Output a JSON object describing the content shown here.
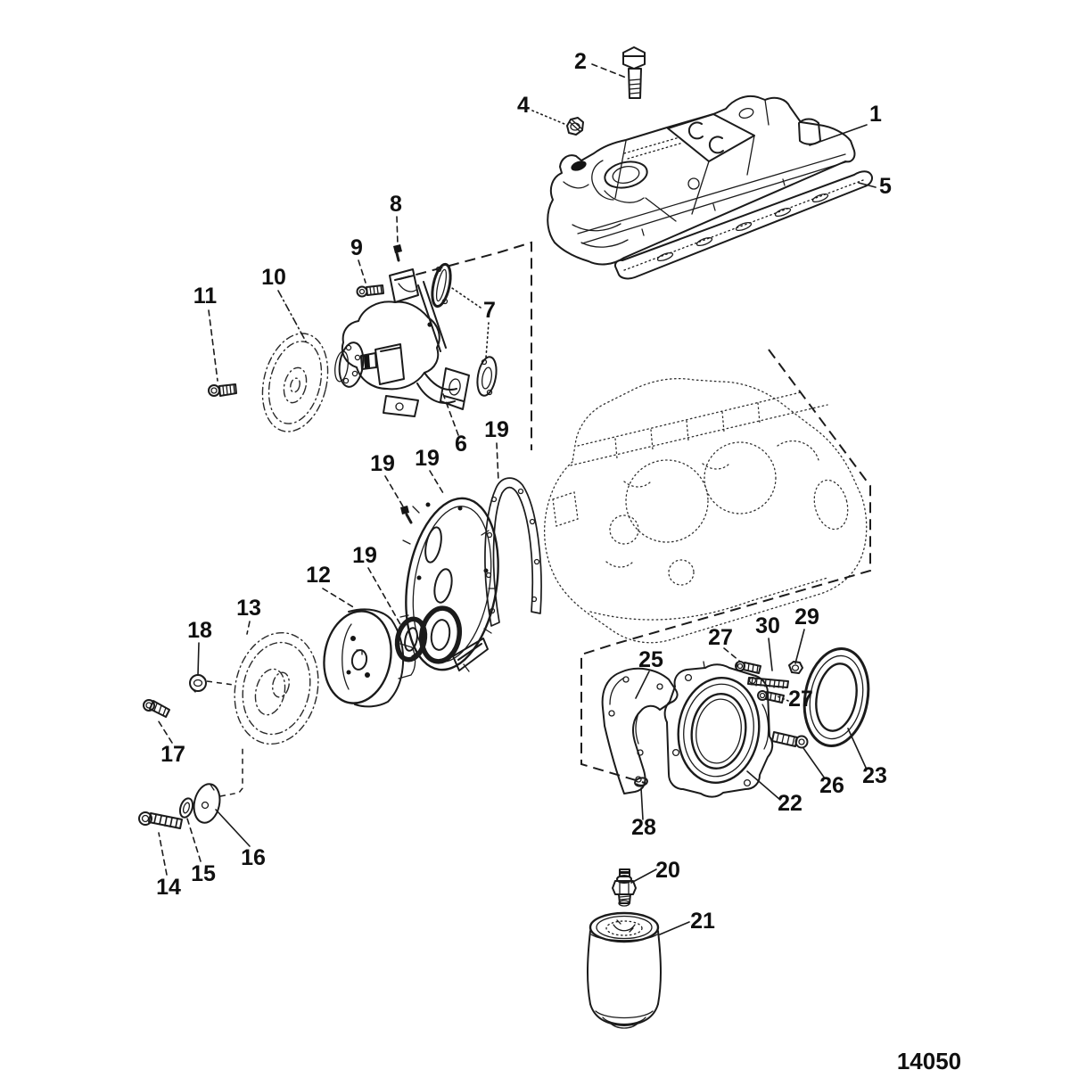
{
  "page": {
    "background_color": "#ffffff",
    "ink_color": "#1b1b1b",
    "drawing_number": "14050"
  },
  "callouts": [
    {
      "label": "1"
    },
    {
      "label": "2"
    },
    {
      "label": "4"
    },
    {
      "label": "5"
    },
    {
      "label": "6"
    },
    {
      "label": "7"
    },
    {
      "label": "8"
    },
    {
      "label": "9"
    },
    {
      "label": "10"
    },
    {
      "label": "11"
    },
    {
      "label": "12"
    },
    {
      "label": "13"
    },
    {
      "label": "14"
    },
    {
      "label": "15"
    },
    {
      "label": "16"
    },
    {
      "label": "17"
    },
    {
      "label": "18"
    },
    {
      "label": "19"
    },
    {
      "label": "19"
    },
    {
      "label": "19"
    },
    {
      "label": "19"
    },
    {
      "label": "20"
    },
    {
      "label": "21"
    },
    {
      "label": "22"
    },
    {
      "label": "23"
    },
    {
      "label": "25"
    },
    {
      "label": "26"
    },
    {
      "label": "27"
    },
    {
      "label": "27"
    },
    {
      "label": "28"
    },
    {
      "label": "29"
    },
    {
      "label": "30"
    }
  ]
}
